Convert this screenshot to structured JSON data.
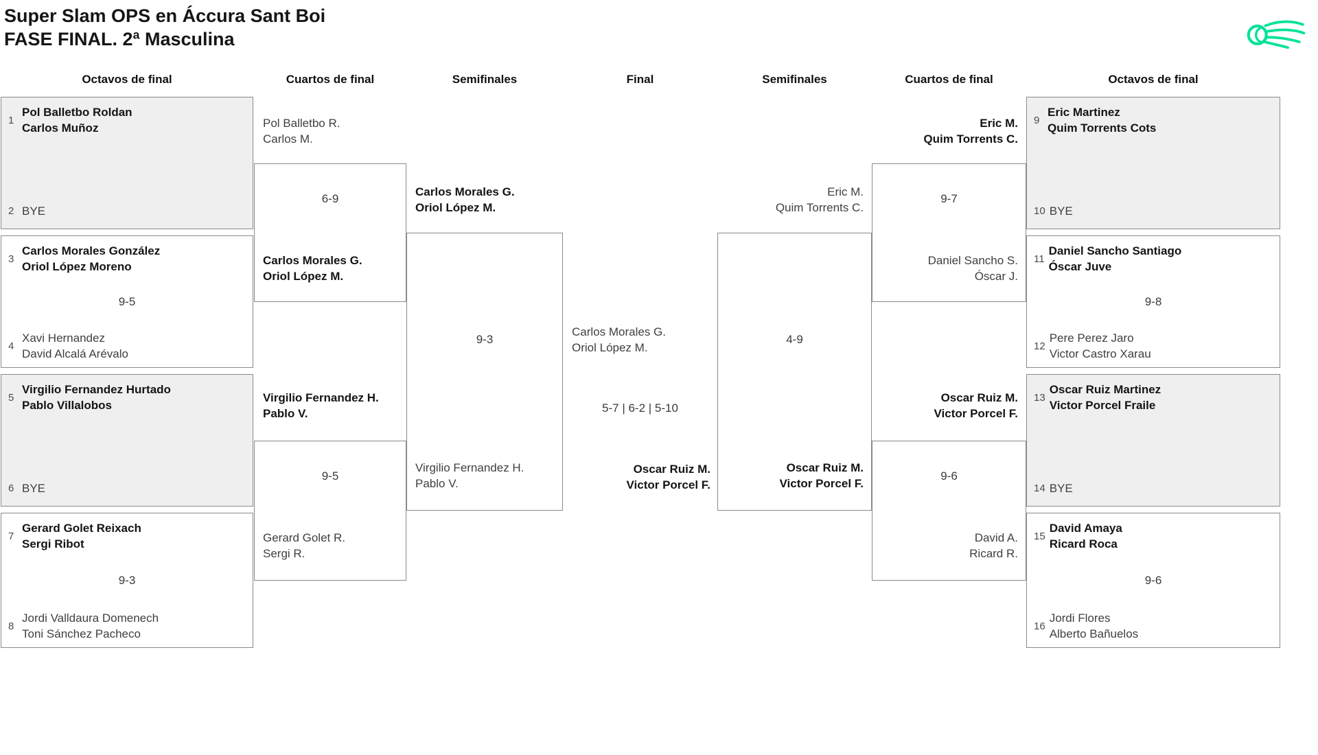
{
  "title": {
    "line1": "Super Slam OPS en Áccura Sant Boi",
    "line2": "FASE FINAL. 2ª Masculina"
  },
  "logo": {
    "icon": "ball-swoosh-icon",
    "color": "#00e29a"
  },
  "colors": {
    "box_border": "#8a8a8a",
    "box_shaded_bg": "#efefef",
    "winner_text": "#141414",
    "regular_text": "#3f3f3f"
  },
  "round_headers": [
    "Octavos de final",
    "Cuartos de final",
    "Semifinales",
    "Final",
    "Semifinales",
    "Cuartos de final",
    "Octavos de final"
  ],
  "matches": {
    "of_l1": {
      "seed1": "1",
      "t1l1": "Pol Balletbo Roldan",
      "t1l2": "Carlos Muñoz",
      "seed2": "2",
      "t2l1": "BYE"
    },
    "of_l2": {
      "seed1": "3",
      "t1l1": "Carlos Morales González",
      "t1l2": "Oriol López Moreno",
      "score": "9-5",
      "seed2": "4",
      "t2l1": "Xavi Hernandez",
      "t2l2": "David Alcalá Arévalo"
    },
    "of_l3": {
      "seed1": "5",
      "t1l1": "Virgilio Fernandez Hurtado",
      "t1l2": "Pablo Villalobos",
      "seed2": "6",
      "t2l1": "BYE"
    },
    "of_l4": {
      "seed1": "7",
      "t1l1": "Gerard Golet Reixach",
      "t1l2": "Sergi Ribot",
      "score": "9-3",
      "seed2": "8",
      "t2l1": "Jordi Valldaura Domenech",
      "t2l2": "Toni Sánchez Pacheco"
    },
    "qf_l1": {
      "t1l1": "Pol Balletbo R.",
      "t1l2": "Carlos M.",
      "score": "6-9",
      "t2l1": "Carlos Morales G.",
      "t2l2": "Oriol López M."
    },
    "qf_l2": {
      "t1l1": "Virgilio Fernandez H.",
      "t1l2": "Pablo V.",
      "score": "9-5",
      "t2l1": "Gerard Golet R.",
      "t2l2": "Sergi R."
    },
    "sf_l": {
      "t1l1": "Carlos Morales G.",
      "t1l2": "Oriol López M.",
      "score": "9-3",
      "t2l1": "Virgilio Fernandez H.",
      "t2l2": "Pablo V."
    },
    "final": {
      "t1l1": "Carlos Morales G.",
      "t1l2": "Oriol López M.",
      "score": "5-7 | 6-2 | 5-10",
      "t2l1": "Oscar Ruiz M.",
      "t2l2": "Victor Porcel F."
    },
    "sf_r": {
      "t1l1": "Eric M.",
      "t1l2": "Quim Torrents C.",
      "score": "4-9",
      "t2l1": "Oscar Ruiz M.",
      "t2l2": "Victor Porcel F."
    },
    "qf_r1": {
      "t1l1": "Eric M.",
      "t1l2": "Quim Torrents C.",
      "score": "9-7",
      "t2l1": "Daniel Sancho S.",
      "t2l2": "Óscar J."
    },
    "qf_r2": {
      "t1l1": "Oscar Ruiz M.",
      "t1l2": "Victor Porcel F.",
      "score": "9-6",
      "t2l1": "David A.",
      "t2l2": "Ricard R."
    },
    "of_r1": {
      "seed1": "9",
      "t1l1": "Eric Martinez",
      "t1l2": "Quim Torrents Cots",
      "seed2": "10",
      "t2l1": "BYE"
    },
    "of_r2": {
      "seed1": "11",
      "t1l1": "Daniel Sancho Santiago",
      "t1l2": "Óscar Juve",
      "score": "9-8",
      "seed2": "12",
      "t2l1": "Pere Perez Jaro",
      "t2l2": "Victor Castro Xarau"
    },
    "of_r3": {
      "seed1": "13",
      "t1l1": "Oscar Ruiz Martinez",
      "t1l2": "Victor Porcel Fraile",
      "seed2": "14",
      "t2l1": "BYE"
    },
    "of_r4": {
      "seed1": "15",
      "t1l1": "David Amaya",
      "t1l2": "Ricard Roca",
      "score": "9-6",
      "seed2": "16",
      "t2l1": "Jordi Flores",
      "t2l2": "Alberto Bañuelos"
    }
  }
}
